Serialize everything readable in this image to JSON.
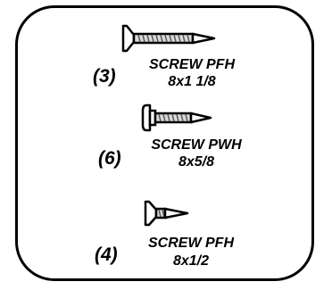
{
  "parts": [
    {
      "qty": "(3)",
      "name": "SCREW PFH",
      "size": "8x1 1/8",
      "icon": "flat-head-screw-icon"
    },
    {
      "qty": "(6)",
      "name": "SCREW PWH",
      "size": "8x5/8",
      "icon": "washer-head-screw-icon"
    },
    {
      "qty": "(4)",
      "name": "SCREW PFH",
      "size": "8x1/2",
      "icon": "flat-head-screw-icon"
    }
  ],
  "colors": {
    "line": "#000000",
    "shank_fill": "#d9d9d9",
    "thread_dark": "#555555"
  }
}
